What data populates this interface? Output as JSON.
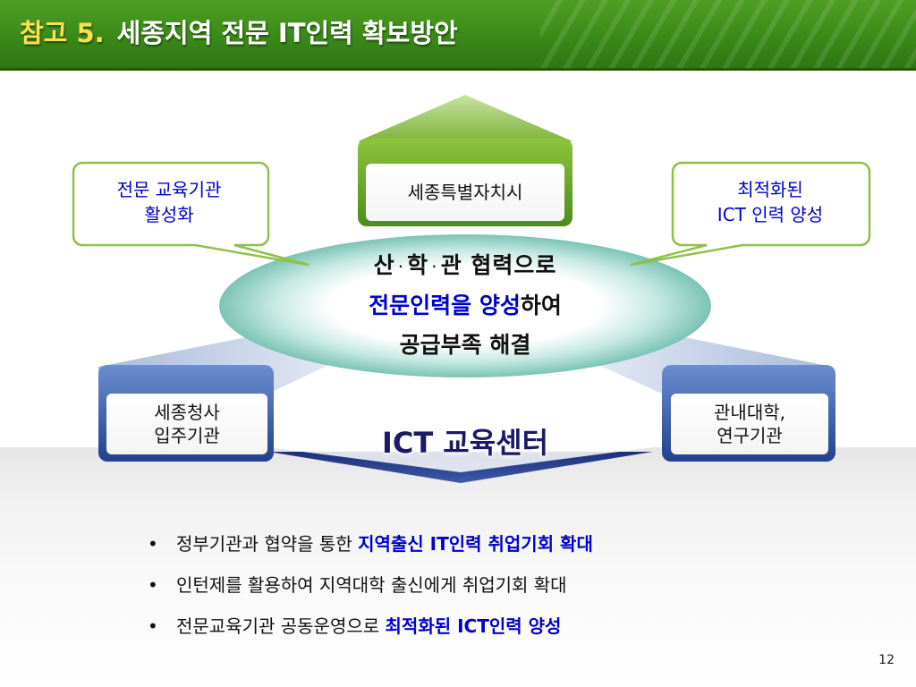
{
  "title": {
    "prefix": "참고 5.",
    "text": "세종지역 전문 IT인력 확보방안"
  },
  "diagram": {
    "top_box": "세종특별자치시",
    "left_box_lines": [
      "세종청사",
      "입주기관"
    ],
    "right_box_lines": [
      "관내대학,",
      "연구기관"
    ],
    "callout_left_lines": [
      "전문 교육기관",
      "활성화"
    ],
    "callout_right_lines": [
      "최적화된",
      "ICT 인력 양성"
    ],
    "center": {
      "line1_parts": [
        "산",
        "학",
        "관 협력으로"
      ],
      "separator": "·",
      "line2_highlight": "전문인력을 양성",
      "line2_rest": "하여",
      "line3": "공급부족 해결"
    },
    "bottom_label": "ICT 교육센터"
  },
  "bullets": {
    "marker": "•",
    "items": [
      {
        "text": "정부기관과 협약을 통한 ",
        "highlight": "지역출신 IT인력 취업기회 확대"
      },
      {
        "text": "인턴제를 활용하여 지역대학 출신에게 취업기회 확대",
        "highlight": ""
      },
      {
        "text": "전문교육기관 공동운영으로 ",
        "highlight": "최적화된 ICT인력 양성"
      }
    ]
  },
  "page_number": "12",
  "colors": {
    "title_green": "#3a8a18",
    "title_prefix_yellow": "#ffe14d",
    "highlight_blue": "#0000cc",
    "box_green": "#6aa82a",
    "box_blue": "#2a4d9e",
    "ellipse_teal": "#9fd4cc"
  }
}
